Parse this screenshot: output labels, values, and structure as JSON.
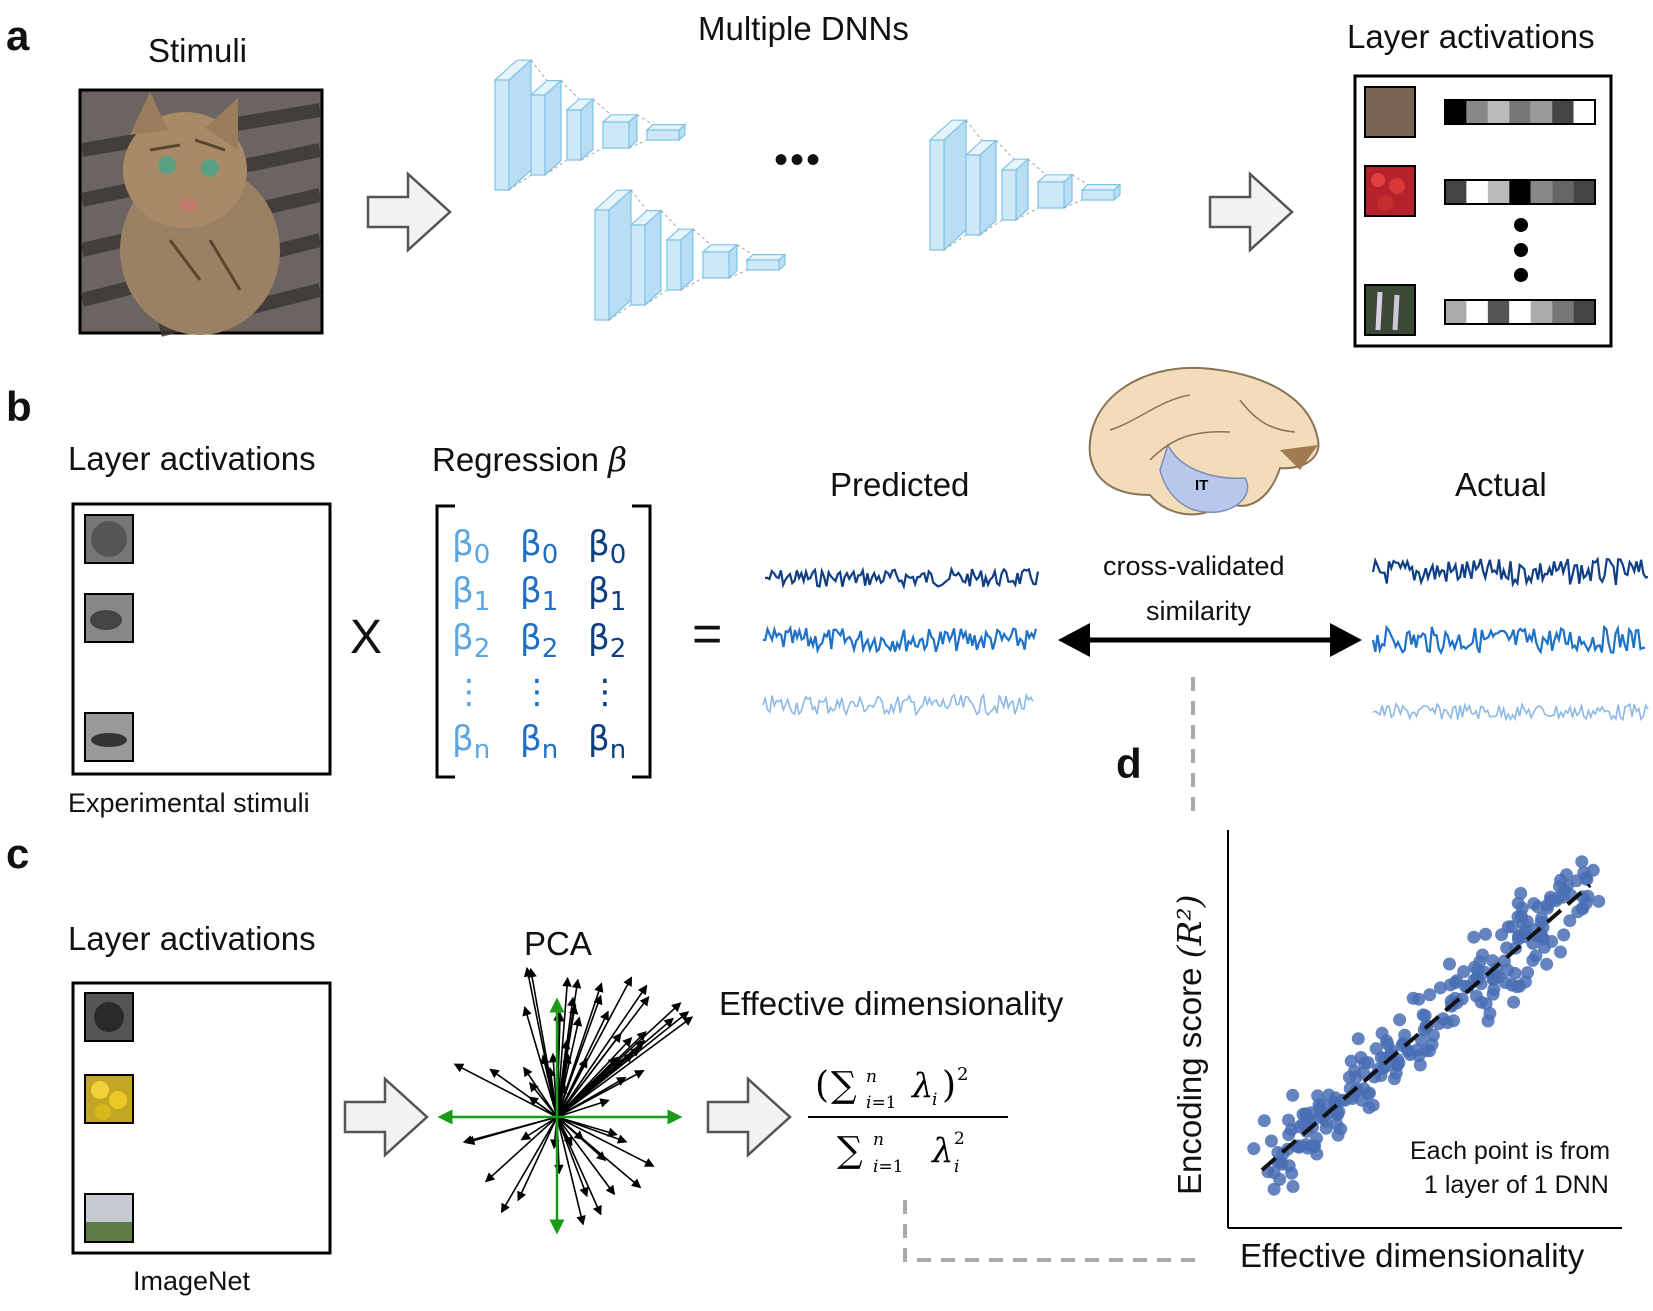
{
  "panels": {
    "a": {
      "letter": "a",
      "stimuli_label": "Stimuli",
      "dnns_label": "Multiple DNNs",
      "ellipsis": "•••",
      "activations_label": "Layer activations"
    },
    "b": {
      "letter": "b",
      "activations_label": "Layer activations",
      "regression_label": "Regression",
      "regression_symbol": "β",
      "times_symbol": "X",
      "equals_symbol": "=",
      "beta_rows": [
        "β0",
        "β1",
        "β2",
        "⋮",
        "βn"
      ],
      "beta_colors": [
        "#5ea6df",
        "#1f6fc4",
        "#0f3f7f"
      ],
      "predicted_label": "Predicted",
      "actual_label": "Actual",
      "similarity_line1": "cross-validated",
      "similarity_line2": "similarity",
      "brain_region_label": "IT",
      "stimuli_caption": "Experimental stimuli"
    },
    "c": {
      "letter": "c",
      "activations_label": "Layer activations",
      "pca_label": "PCA",
      "ed_label": "Effective dimensionality",
      "dataset_caption": "ImageNet"
    },
    "d": {
      "letter": "d",
      "ylabel": "Encoding score",
      "ylabel_math": "(R²)",
      "xlabel": "Effective dimensionality",
      "note_line1": "Each point is from",
      "note_line2": "1 layer of 1 DNN"
    }
  },
  "colors": {
    "dnn_fill": "#cde9f8",
    "dnn_stroke": "#7fc3e8",
    "trace_dark": "#103f86",
    "trace_mid": "#1e72c8",
    "trace_light": "#8cb9e6",
    "pca_axes": "#1a9b1a",
    "scatter_point": "#4a6fb5",
    "brain": "#f2dcb9",
    "brain_it": "#b7c8ec"
  },
  "chart_data": {
    "type": "scatter",
    "xlabel": "Effective dimensionality",
    "ylabel": "Encoding score (R²)",
    "note": "Each point is from 1 layer of 1 DNN",
    "trend": "dashed linear fit, positive slope",
    "grid": false,
    "n_points": 240
  }
}
